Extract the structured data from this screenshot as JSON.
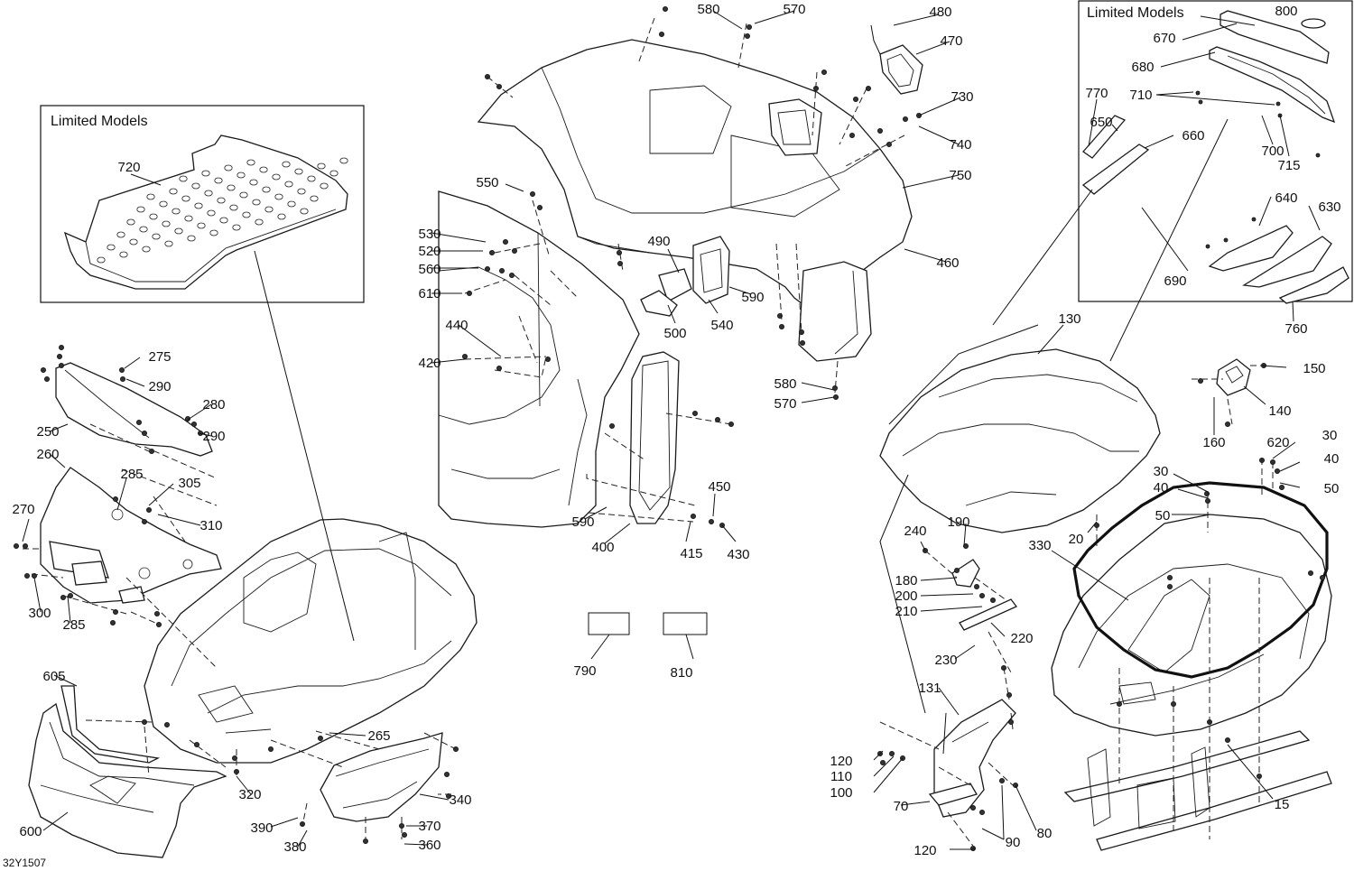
{
  "diagram": {
    "drawing_code": "32Y1507",
    "boxes": [
      {
        "id": "box-left",
        "title": "Limited Models"
      },
      {
        "id": "box-right",
        "title": "Limited Models"
      }
    ],
    "callouts": [
      {
        "text": "720"
      },
      {
        "text": "580"
      },
      {
        "text": "570"
      },
      {
        "text": "480"
      },
      {
        "text": "470"
      },
      {
        "text": "730"
      },
      {
        "text": "740"
      },
      {
        "text": "750"
      },
      {
        "text": "460"
      },
      {
        "text": "550"
      },
      {
        "text": "530"
      },
      {
        "text": "520"
      },
      {
        "text": "560"
      },
      {
        "text": "610"
      },
      {
        "text": "490"
      },
      {
        "text": "500"
      },
      {
        "text": "540"
      },
      {
        "text": "590"
      },
      {
        "text": "440"
      },
      {
        "text": "420"
      },
      {
        "text": "580"
      },
      {
        "text": "570"
      },
      {
        "text": "590"
      },
      {
        "text": "400"
      },
      {
        "text": "450"
      },
      {
        "text": "415"
      },
      {
        "text": "430"
      },
      {
        "text": "275"
      },
      {
        "text": "290"
      },
      {
        "text": "280"
      },
      {
        "text": "290"
      },
      {
        "text": "250"
      },
      {
        "text": "260"
      },
      {
        "text": "285"
      },
      {
        "text": "305"
      },
      {
        "text": "310"
      },
      {
        "text": "270"
      },
      {
        "text": "300"
      },
      {
        "text": "285"
      },
      {
        "text": "605"
      },
      {
        "text": "600"
      },
      {
        "text": "265"
      },
      {
        "text": "320"
      },
      {
        "text": "340"
      },
      {
        "text": "390"
      },
      {
        "text": "380"
      },
      {
        "text": "370"
      },
      {
        "text": "360"
      },
      {
        "text": "790"
      },
      {
        "text": "810"
      },
      {
        "text": "800"
      },
      {
        "text": "670"
      },
      {
        "text": "680"
      },
      {
        "text": "710"
      },
      {
        "text": "770"
      },
      {
        "text": "650"
      },
      {
        "text": "660"
      },
      {
        "text": "700"
      },
      {
        "text": "715"
      },
      {
        "text": "640"
      },
      {
        "text": "630"
      },
      {
        "text": "690"
      },
      {
        "text": "760"
      },
      {
        "text": "130"
      },
      {
        "text": "150"
      },
      {
        "text": "140"
      },
      {
        "text": "160"
      },
      {
        "text": "30"
      },
      {
        "text": "620"
      },
      {
        "text": "40"
      },
      {
        "text": "30"
      },
      {
        "text": "40"
      },
      {
        "text": "50"
      },
      {
        "text": "50"
      },
      {
        "text": "20"
      },
      {
        "text": "330"
      },
      {
        "text": "240"
      },
      {
        "text": "190"
      },
      {
        "text": "180"
      },
      {
        "text": "200"
      },
      {
        "text": "210"
      },
      {
        "text": "220"
      },
      {
        "text": "230"
      },
      {
        "text": "131"
      },
      {
        "text": "120"
      },
      {
        "text": "110"
      },
      {
        "text": "100"
      },
      {
        "text": "70"
      },
      {
        "text": "90"
      },
      {
        "text": "80"
      },
      {
        "text": "120"
      },
      {
        "text": "15"
      }
    ]
  }
}
